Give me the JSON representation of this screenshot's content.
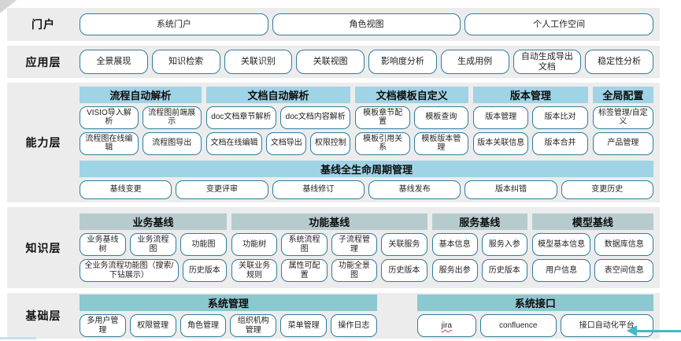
{
  "colors": {
    "band_background": "#edecec",
    "capability_header": "#9fd3e6",
    "knowledge_header": "#b6cbce",
    "foundation_header": "#8cc8d0",
    "button_border": "#2e7d9d",
    "accent_arrow": "#45b8ca"
  },
  "layers": [
    {
      "id": "portal",
      "label": "门户",
      "rows": [
        {
          "sections": [
            {
              "name": "portal-buttons",
              "button_rows": [
                [
                  "系统门户",
                  "角色视图",
                  "个人工作空间"
                ]
              ]
            }
          ]
        }
      ]
    },
    {
      "id": "application",
      "label": "应用层",
      "rows": [
        {
          "sections": [
            {
              "name": "application-buttons",
              "button_rows": [
                [
                  "全景展现",
                  "知识检索",
                  "关联识别",
                  "关联视图",
                  "影响度分析",
                  "生成用例",
                  "自动生成导出文档",
                  "稳定性分析"
                ]
              ]
            }
          ]
        }
      ]
    },
    {
      "id": "capability",
      "label": "能力层",
      "rows": [
        {
          "sections": [
            {
              "name": "process-auto-parse",
              "header": "流程自动解析",
              "style": "blue",
              "grow": 154,
              "button_rows": [
                [
                  "VISIO导入解析",
                  "流程图前端展示"
                ],
                [
                  "流程图在线编辑",
                  "流程图导出"
                ]
              ]
            },
            {
              "name": "doc-auto-parse",
              "header": "文档自动解析",
              "style": "blue",
              "grow": 183,
              "button_rows": [
                [
                  "doc文档章节解析",
                  "doc文档内容解析"
                ],
                [
                  {
                    "label": "文档在线编辑",
                    "grow": 3
                  },
                  {
                    "label": "文档导出",
                    "grow": 2
                  },
                  {
                    "label": "权限控制",
                    "grow": 2
                  }
                ]
              ]
            },
            {
              "name": "doc-template-custom",
              "header": "文档模板自定义",
              "style": "blue",
              "grow": 143,
              "button_rows": [
                [
                  "模板章节配置",
                  "模板查询"
                ],
                [
                  "模板引用关系",
                  "模板版本管理"
                ]
              ]
            },
            {
              "name": "version-management",
              "header": "版本管理",
              "style": "blue",
              "grow": 145,
              "button_rows": [
                [
                  "版本管理",
                  "版本比对"
                ],
                [
                  "版本关联信息",
                  "版本合并"
                ]
              ]
            },
            {
              "name": "global-config",
              "header": "全局配置",
              "style": "blue",
              "grow": 77,
              "button_rows": [
                [
                  "标签管理/自定义"
                ],
                [
                  "产品管理"
                ]
              ]
            }
          ]
        },
        {
          "sections": [
            {
              "name": "baseline-lifecycle",
              "header": "基线全生命周期管理",
              "style": "blue",
              "button_rows": [
                [
                  "基线变更",
                  "变更评审",
                  "基线修订",
                  "基线发布",
                  "版本纠错",
                  "变更历史"
                ]
              ]
            }
          ]
        }
      ]
    },
    {
      "id": "knowledge",
      "label": "知识层",
      "rows": [
        {
          "sections": [
            {
              "name": "business-baseline",
              "header": "业务基线",
              "style": "grayteal",
              "grow": 188,
              "button_rows": [
                [
                  "业务基线树",
                  "业务流程图",
                  "功能图"
                ],
                [
                  {
                    "label": "全业务流程功能图（搜索/下钻展示）",
                    "grow": 5
                  },
                  {
                    "label": "历史版本",
                    "grow": 2
                  }
                ]
              ]
            },
            {
              "name": "function-baseline",
              "header": "功能基线",
              "style": "grayteal",
              "grow": 250,
              "button_rows": [
                [
                  "功能树",
                  "系统流程图",
                  "子流程管理",
                  "关联服务"
                ],
                [
                  "关联业务规则",
                  "属性可配置",
                  "功能全景图",
                  "历史版本"
                ]
              ]
            },
            {
              "name": "service-baseline",
              "header": "服务基线",
              "style": "grayteal",
              "grow": 122,
              "button_rows": [
                [
                  "基本信息",
                  "服务入参"
                ],
                [
                  "服务出参",
                  "历史版本"
                ]
              ]
            },
            {
              "name": "model-baseline",
              "header": "模型基线",
              "style": "grayteal",
              "grow": 155,
              "button_rows": [
                [
                  "模型基本信息",
                  "数据库信息"
                ],
                [
                  "用户信息",
                  "表空间信息"
                ]
              ]
            }
          ]
        }
      ]
    },
    {
      "id": "foundation",
      "label": "基础层",
      "rows": [
        {
          "sections": [
            {
              "name": "system-management",
              "header": "系统管理",
              "style": "teal",
              "grow": 375,
              "button_rows": [
                [
                  "多用户管理",
                  "权限管理",
                  "角色管理",
                  "组织机构管理",
                  "菜单管理",
                  "操作日志"
                ]
              ]
            },
            {
              "name": "system-interface",
              "header": "系统接口",
              "style": "teal",
              "grow": 298,
              "ml": 45,
              "button_rows": [
                [
                  {
                    "label": "jira",
                    "grow": 3,
                    "misspelled": true
                  },
                  {
                    "label": "confluence",
                    "grow": 4
                  },
                  {
                    "label": "接口自动化平台",
                    "grow": 5
                  }
                ]
              ]
            }
          ]
        }
      ]
    }
  ]
}
